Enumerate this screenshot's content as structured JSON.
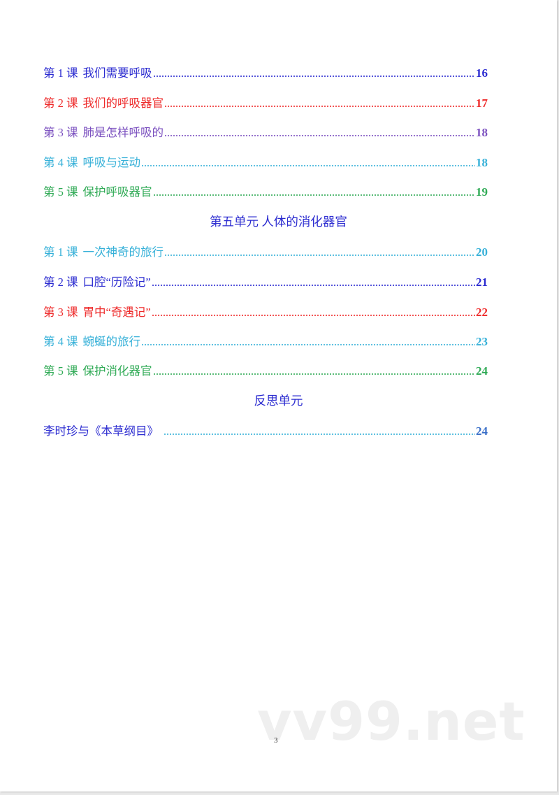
{
  "colors": {
    "blue": "#2b2bd0",
    "red": "#ee2b2b",
    "purple": "#7a4fbf",
    "cyan": "#35b0d8",
    "green": "#2faa55",
    "heading": "#2b2bd0"
  },
  "section_a": {
    "items": [
      {
        "lesson": "第 1 课",
        "title": "我们需要呼吸",
        "page": "16",
        "color": "#2b2bd0"
      },
      {
        "lesson": "第 2 课",
        "title": "我们的呼吸器官",
        "page": "17",
        "color": "#ee2b2b"
      },
      {
        "lesson": "第 3 课",
        "title": "肺是怎样呼吸的",
        "page": "18",
        "color": "#7a4fbf"
      },
      {
        "lesson": "第 4 课",
        "title": "呼吸与运动",
        "page": "18",
        "color": "#35b0d8"
      },
      {
        "lesson": "第 5 课",
        "title": "保护呼吸器官",
        "page": "19",
        "color": "#2faa55"
      }
    ]
  },
  "unit5": {
    "heading": "第五单元  人体的消化器官",
    "items": [
      {
        "lesson": "第 1 课",
        "title": "一次神奇的旅行",
        "page": "20",
        "color": "#35b0d8"
      },
      {
        "lesson": "第 2 课",
        "title": "口腔“历险记”",
        "page": "21",
        "color": "#2b2bd0"
      },
      {
        "lesson": "第 3 课",
        "title": "胃中“奇遇记”",
        "page": "22",
        "color": "#ee2b2b"
      },
      {
        "lesson": "第 4 课",
        "title": "蜿蜒的旅行",
        "page": "23",
        "color": "#35b0d8"
      },
      {
        "lesson": "第 5 课",
        "title": "保护消化器官",
        "page": "24",
        "color": "#2faa55"
      }
    ]
  },
  "reflection_unit": {
    "heading": "反思单元",
    "items": [
      {
        "title": "李时珍与《本草纲目》",
        "page": "24",
        "color": "#2b2bd0",
        "dots_color": "#35b0d8",
        "page_color": "#3a6fc8"
      }
    ]
  },
  "footer": {
    "page_number": "3",
    "watermark": "vv99.net"
  }
}
